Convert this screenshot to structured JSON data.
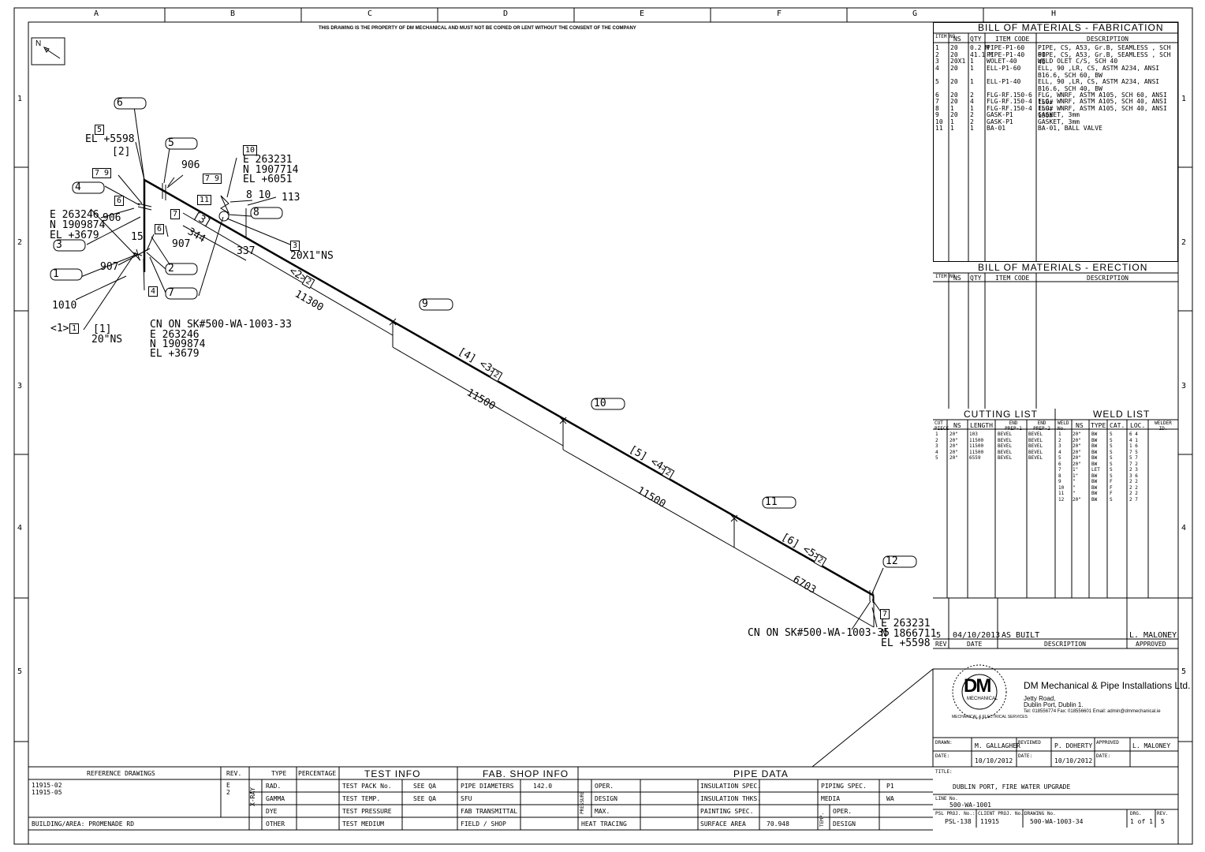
{
  "frame": {
    "cols": [
      "A",
      "B",
      "C",
      "D",
      "E",
      "F",
      "G",
      "H"
    ],
    "rows": [
      "1",
      "2",
      "3",
      "4",
      "5"
    ],
    "banner": "THIS DRAWING IS THE PROPERTY OF DM MECHANICAL AND MUST NOT BE COPIED OR LENT WITHOUT THE CONSENT OF THE COMPANY",
    "north": "N"
  },
  "bom_fab": {
    "title": "BILL OF MATERIALS - FABRICATION",
    "headers": [
      "ITEM NO.",
      "NS",
      "QTY",
      "ITEM CODE",
      "DESCRIPTION"
    ],
    "rows": [
      [
        "1",
        "20",
        "0.2 M",
        "PIPE-P1-60",
        "PIPE, CS, A53, Gr.B, SEAMLESS , SCH 60"
      ],
      [
        "2",
        "20",
        "41.1 M",
        "PIPE-P1-40",
        "PIPE, CS, A53, Gr.B, SEAMLESS , SCH 40"
      ],
      [
        "3",
        "20X1",
        "1",
        "WOLET-40",
        "WELD OLET C/S, SCH 40"
      ],
      [
        "4",
        "20",
        "1",
        "ELL-P1-60",
        "ELL, 90 ,LR, CS, ASTM A234, ANSI B16.6, SCH 60, BW"
      ],
      [
        "5",
        "20",
        "1",
        "ELL-P1-40",
        "ELL, 90 ,LR, CS, ASTM A234, ANSI B16.6, SCH 40, BW"
      ],
      [
        "6",
        "20",
        "2",
        "FLG-RF.150-6",
        "FLG, WNRF, ASTM A105, SCH 60, ANSI 150#"
      ],
      [
        "7",
        "20",
        "4",
        "FLG-RF.150-4",
        "FLG, WNRF, ASTM A105, SCH 40, ANSI 150#"
      ],
      [
        "8",
        "1",
        "1",
        "FLG-RF.150-4",
        "FLG, WNRF, ASTM A105, SCH 40, ANSI 150#"
      ],
      [
        "9",
        "20",
        "2",
        "GASK-P1",
        "GASKET, 3mm"
      ],
      [
        "10",
        "1",
        "2",
        "GASK-P1",
        "GASKET, 3mm"
      ],
      [
        "11",
        "1",
        "1",
        "BA-01",
        "BA-01, BALL VALVE"
      ]
    ]
  },
  "bom_erect": {
    "title": "BILL OF MATERIALS - ERECTION",
    "headers": [
      "ITEM NO.",
      "NS",
      "QTY",
      "ITEM CODE",
      "DESCRIPTION"
    ]
  },
  "cutting": {
    "title": "CUTTING LIST",
    "headers": [
      "CUT PIECE",
      "NS",
      "LENGTH",
      "END PREP-1",
      "END PREP-2"
    ],
    "rows": [
      [
        "1",
        "20\"",
        "103",
        "BEVEL",
        "BEVEL"
      ],
      [
        "2",
        "20\"",
        "11500",
        "BEVEL",
        "BEVEL"
      ],
      [
        "3",
        "20\"",
        "11500",
        "BEVEL",
        "BEVEL"
      ],
      [
        "4",
        "20\"",
        "11500",
        "BEVEL",
        "BEVEL"
      ],
      [
        "5",
        "20\"",
        "6559",
        "BEVEL",
        "BEVEL"
      ]
    ]
  },
  "weld": {
    "title": "WELD LIST",
    "headers": [
      "WELD No.",
      "NS",
      "TYPE",
      "CAT.",
      "LOC.",
      "WELDER ID."
    ],
    "rows": [
      [
        "1",
        "20\"",
        "BW",
        "S",
        "6 4"
      ],
      [
        "2",
        "20\"",
        "BW",
        "S",
        "4 1"
      ],
      [
        "3",
        "20\"",
        "BW",
        "S",
        "1 6"
      ],
      [
        "4",
        "20\"",
        "BW",
        "S",
        "7 5"
      ],
      [
        "5",
        "20\"",
        "BW",
        "S",
        "5 7"
      ],
      [
        "6",
        "20\"",
        "BW",
        "S",
        "7 2"
      ],
      [
        "7",
        "1\"",
        "LET",
        "S",
        "2 3"
      ],
      [
        "8",
        "1\"",
        "BW",
        "S",
        "3 6"
      ],
      [
        "9",
        "\"",
        "BW",
        "F",
        "2 2"
      ],
      [
        "10",
        "\"",
        "BW",
        "F",
        "2 2"
      ],
      [
        "11",
        "\"",
        "BW",
        "F",
        "2 2"
      ],
      [
        "12",
        "20\"",
        "BW",
        "S",
        "2 7"
      ]
    ]
  },
  "revision": {
    "row": [
      "5",
      "04/10/2013",
      "AS BUILT",
      "L. MALONEY"
    ],
    "headers": [
      "REV.",
      "DATE",
      "DESCRIPTION",
      "APPROVED"
    ]
  },
  "company": {
    "name": "DM Mechanical & Pipe Installations Ltd.",
    "addr1": "Jetty Road,",
    "addr2": "Dublin Port, Dublin 1.",
    "contact": "Tel: 018556774   Fax: 018556601   Email: admin@dmmechanical.ie",
    "logo": "DM",
    "logo_sub": "MECHANICAL",
    "logo_under": "MECHANICAL & ELECTRICAL SERVICES"
  },
  "title_block": {
    "drawn_lbl": "DRAWN:",
    "drawn": "M. GALLAGHER",
    "reviewed_lbl": "REVIEWED",
    "reviewed": "P. DOHERTY",
    "approved_lbl": "APPROVED",
    "approved": "L. MALONEY",
    "date_lbl": "DATE:",
    "date1": "10/10/2012",
    "date2": "10/10/2012",
    "title_lbl": "TITLE:",
    "title": "DUBLIN PORT, FIRE WATER UPGRADE",
    "line_lbl": "LINE No.",
    "line": "500-WA-1001",
    "psl_lbl": "PSL PROJ. No.:",
    "psl": "PSL-138",
    "client_lbl": "CLIENT PROJ. No.:",
    "client": "11915",
    "dwg_lbl": "DRAWING No.",
    "dwg": "500-WA-1003-34",
    "drg_lbl": "DRG.",
    "drg": "1 of 1",
    "rev_lbl": "REV.",
    "rev": "5"
  },
  "bottom": {
    "ref_title": "REFERENCE DRAWINGS",
    "rev_title": "REV.",
    "refs": [
      "11915-02",
      "11915-05"
    ],
    "ref_revs": [
      "E",
      "2"
    ],
    "building": "BUILDING/AREA:  PROMENADE RD",
    "xray": "X-RAY",
    "type": "TYPE",
    "percentage": "PERCENTAGE",
    "xray_rows": [
      "RAD.",
      "GAMMA",
      "DYE",
      "OTHER"
    ],
    "test_title": "TEST INFO",
    "test_rows": [
      [
        "TEST PACK No.",
        "SEE QA"
      ],
      [
        "TEST TEMP.",
        "SEE QA"
      ],
      [
        "TEST PRESSURE",
        ""
      ],
      [
        "TEST MEDIUM",
        ""
      ]
    ],
    "fab_title": "FAB. SHOP INFO",
    "fab_rows": [
      [
        "PIPE DIAMETERS",
        "142.0"
      ],
      [
        "SFU",
        ""
      ],
      [
        "FAB TRANSMITTAL",
        ""
      ],
      [
        "FIELD / SHOP",
        ""
      ]
    ],
    "pipe_title": "PIPE DATA",
    "pressure": "PRESSURE",
    "press_rows": [
      "OPER.",
      "DESIGN",
      "MAX."
    ],
    "heat": "HEAT TRACING",
    "ins_rows": [
      [
        "INSULATION SPEC.",
        ""
      ],
      [
        "INSULATION THKS.",
        ""
      ],
      [
        "PAINTING SPEC.",
        ""
      ],
      [
        "SURFACE AREA",
        "70.948"
      ]
    ],
    "spec_rows": [
      [
        "PIPING SPEC.",
        "P1"
      ],
      [
        "MEDIA",
        "WA"
      ]
    ],
    "temp": "TEMP.",
    "temp_rows": [
      "OPER.",
      "DESIGN"
    ]
  },
  "drawing": {
    "ell_top": "5",
    "el_top": "EL +5598",
    "w2": "[2]",
    "b79a": "7 9",
    "b79b": "7 9",
    "c906a": "906",
    "c906b": "906",
    "c907a": "907",
    "c907b": "907",
    "c1010": "1010",
    "c15": "15",
    "c344": "344",
    "c337": "337",
    "c113": "113",
    "w3": "[3]",
    "w1": "[1]",
    "ns20": "20\"NS",
    "c1": "<1>",
    "ref_e": "E 263246",
    "ref_n": "N 1909874",
    "ref_el": "EL +3679",
    "cn1": "CN ON SK#500-WA-1003-33",
    "cn1_e": "E 263246",
    "cn1_n": "N 1909874",
    "cn1_el": "EL +3679",
    "top_box": "10",
    "top_e": "E 263231",
    "top_n": "N 1907714",
    "top_el": "EL +6051",
    "b11": "11",
    "b810": "8 10",
    "b3": "3",
    "olet": "20X1\"NS",
    "c2": "<2>",
    "d11300": "11300",
    "d11500a": "11500",
    "d11500b": "11500",
    "d6703": "6703",
    "w4c3": "[4]  <3>",
    "w5c4": "[5]  <4>",
    "w6c5": "[6]  <5>",
    "two": "2",
    "end_box": "7",
    "end_e": "E 263231",
    "end_n": "N 1866711",
    "end_el": "EL +5598",
    "cn2": "CN ON SK#500-WA-1003-35",
    "bub": [
      "6",
      "5",
      "4",
      "6",
      "3",
      "1",
      "2",
      "7",
      "8",
      "9",
      "10",
      "11",
      "12"
    ],
    "sq": [
      "7",
      "7",
      "6",
      "4",
      "1"
    ]
  }
}
